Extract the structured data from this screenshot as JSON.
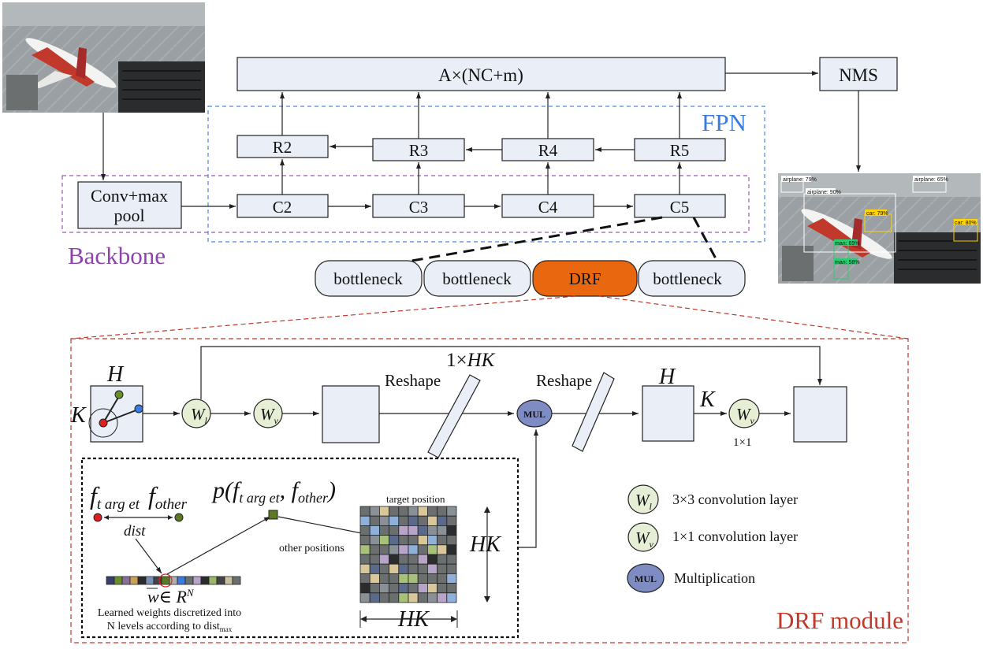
{
  "top": {
    "head_label": "A×(NC+m)",
    "nms_label": "NMS",
    "fpn_label": "FPN",
    "backbone_label": "Backbone",
    "stem_label_line1": "Conv+max",
    "stem_label_line2": "pool",
    "r_labels": [
      "R2",
      "R3",
      "R4",
      "R5"
    ],
    "c_labels": [
      "C2",
      "C3",
      "C4",
      "C5"
    ],
    "blocks": [
      "bottleneck",
      "bottleneck",
      "DRF",
      "bottleneck"
    ]
  },
  "detections": [
    "airplane: 79%",
    "airplane: 90%",
    "airplane: 65%",
    "car: 79%",
    "car: 80%",
    "man: 69%",
    "man: 58%"
  ],
  "drf": {
    "module_label": "DRF module",
    "H": "H",
    "K": "K",
    "Wl": "W",
    "Wl_sub": "l",
    "Wv": "W",
    "Wv_sub": "v",
    "reshape1": "Reshape",
    "reshape2": "Reshape",
    "one_hk": "1×",
    "hk_italic": "HK",
    "mul": "MUL",
    "one_by_one": "1×1"
  },
  "inset": {
    "f_target": "f",
    "f_target_sub": "t arg et",
    "f_other": "f",
    "f_other_sub": "other",
    "dist": "dist",
    "p_expr_p": "p(",
    "p_expr_mid": ", ",
    "p_expr_end": ")",
    "target_position": "target position",
    "other_positions": "other positions",
    "HK_side": "HK",
    "HK_bottom": "HK",
    "w_expr": "w∈ R",
    "w_sup": "N",
    "caption_line1": "Learned weights discretized into",
    "caption_line2": "N levels according to dist",
    "caption_sub": "max"
  },
  "legend": {
    "wl_text": "3×3 convolution layer",
    "wv_text": "1×1 convolution layer",
    "mul_text": "Multiplication"
  },
  "colors": {
    "box_fill": "#e9eef7",
    "drf_orange": "#e8670f",
    "fpn_blue": "#4a86e8",
    "backbone_purple": "#9b59b6",
    "drf_red": "#c0392b",
    "conv_green": "#e6efd6",
    "mul_purple": "#7f8cc4"
  }
}
